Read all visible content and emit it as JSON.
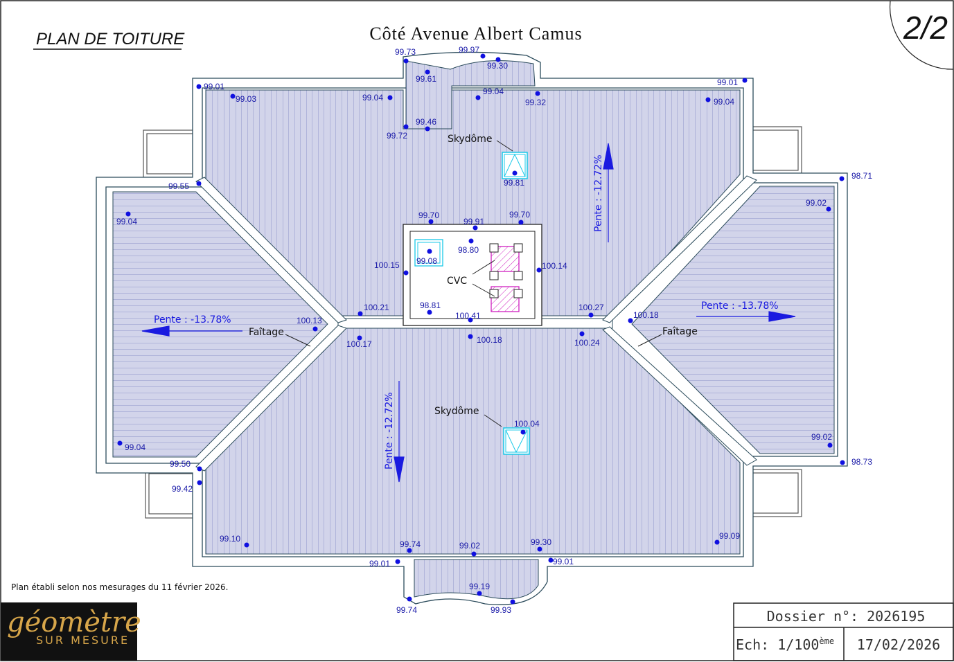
{
  "header": {
    "plan_title": "PLAN DE TOITURE",
    "street_side": "Côté Avenue Albert Camus",
    "sheet": "2/2"
  },
  "labels": {
    "skydome_top": "Skydôme",
    "skydome_bottom": "Skydôme",
    "cvc": "CVC",
    "faitage_left": "Faîtage",
    "faitage_right": "Faîtage",
    "pente_top": "Pente : -12.72%",
    "pente_bottom": "Pente : -12.72%",
    "pente_left": "Pente : -13.78%",
    "pente_right": "Pente : -13.78%"
  },
  "elevations": {
    "e01": "99.73",
    "e02": "99.97",
    "e03": "99.30",
    "e04": "99.61",
    "e05": "99.04",
    "e06": "99.04",
    "e07": "99.32",
    "e08": "99.01",
    "e09": "99.03",
    "e10": "99.46",
    "e11": "99.72",
    "e12": "99.01",
    "e13": "99.04",
    "e14": "99.81",
    "e15": "99.55",
    "e16": "98.71",
    "e17": "99.04",
    "e18": "99.02",
    "e19": "99.70",
    "e20": "99.91",
    "e21": "99.70",
    "e22": "98.80",
    "e23": "99.08",
    "e24": "100.15",
    "e25": "100.14",
    "e26": "98.81",
    "e27": "100.21",
    "e28": "100.27",
    "e29": "100.41",
    "e30": "100.13",
    "e31": "100.18",
    "e32": "100.17",
    "e33": "100.18",
    "e34": "100.24",
    "e35": "100.04",
    "e36": "99.04",
    "e37": "99.02",
    "e38": "99.50",
    "e39": "98.73",
    "e40": "99.42",
    "e41": "99.10",
    "e42": "99.74",
    "e43": "99.02",
    "e44": "99.30",
    "e45": "99.09",
    "e46": "99.01",
    "e47": "99.01",
    "e48": "99.19",
    "e49": "99.74",
    "e50": "99.93"
  },
  "footer": {
    "note": "Plan établi selon nos mesurages du 11 février 2026.",
    "dossier": "Dossier n°: 2026195",
    "scale_prefix": "Ech: 1/100",
    "scale_sup": "ème",
    "date": "17/02/2026"
  },
  "logo": {
    "word": "géomètre",
    "tagline": "SUR MESURE"
  },
  "colors": {
    "roof_fill": "#d2d4ea",
    "stripe": "#7c84c4",
    "points": "#1010e0",
    "skydome": "#18c8e8",
    "cvc": "#d020c0",
    "logo_gold": "#d7a64a"
  }
}
